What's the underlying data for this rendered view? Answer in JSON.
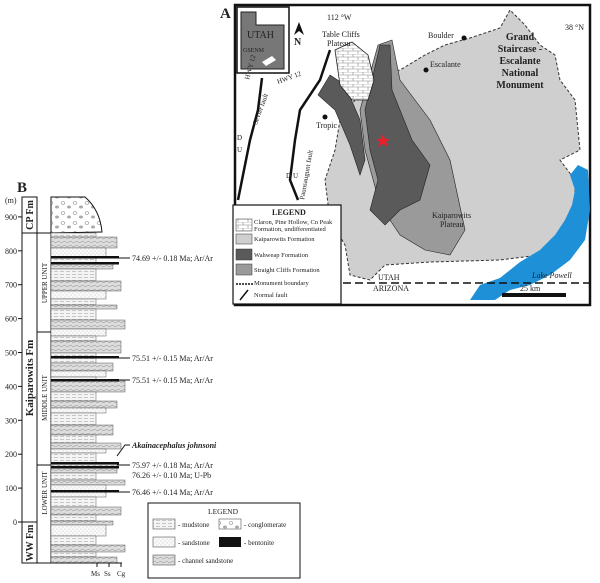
{
  "panel_a": {
    "label": "A",
    "inset_state": "UTAH",
    "inset_site": "GSENM",
    "north": "N",
    "longitude": "112 °W",
    "latitude": "38 °N",
    "places": {
      "table_cliffs": [
        "Table Cliffs",
        "Plateau"
      ],
      "boulder": "Boulder",
      "escalante": "Escalante",
      "tropic": "Tropic",
      "kaiparowits": [
        "Kaiparowits",
        "Plateau"
      ],
      "monument": [
        "Grand",
        "Staircase -",
        "Escalante",
        "National",
        "Monument"
      ],
      "lake": "Lake Powell",
      "utah": "UTAH",
      "arizona": "ARIZONA"
    },
    "highways": [
      "HWY 12",
      "HWY 12"
    ],
    "faults": [
      "Sevier fault",
      "Paunsaugunt fault"
    ],
    "fault_marks": [
      "D",
      "U",
      "D",
      "U"
    ],
    "scale": "25 km",
    "legend": {
      "title": "LEGEND",
      "items": [
        {
          "label": [
            "Claron, Pine Hollow, Cn Peak",
            "Formation, undifferentiated"
          ]
        },
        {
          "label": [
            "Kaiparowits Formation"
          ]
        },
        {
          "label": [
            "Wahweap Formation"
          ]
        },
        {
          "label": [
            "Straight Cliffs Formation"
          ]
        },
        {
          "label": [
            "Monument boundary"
          ]
        },
        {
          "label": [
            "Normal fault"
          ]
        }
      ]
    },
    "colors": {
      "kaiparowits": "#cfcfcf",
      "wahweap": "#5a5a5a",
      "straight_cliffs": "#9a9a9a",
      "lake": "#1e90d8",
      "star": "#e8202a"
    }
  },
  "panel_b": {
    "label": "B",
    "unit_label": "(m)",
    "ticks": [
      "900",
      "800",
      "700",
      "600",
      "500",
      "400",
      "300",
      "200",
      "100",
      "0"
    ],
    "formations": [
      "CP Fm",
      "Kaiparowits Fm",
      "WW Fm"
    ],
    "units": [
      "UPPER UNIT",
      "MIDDLE UNIT",
      "LOWER UNIT"
    ],
    "grain_axis": [
      "Ms",
      "Ss",
      "Cg"
    ],
    "annotations": [
      "74.69 +/- 0.18 Ma; Ar/Ar",
      "75.51 +/- 0.15 Ma; Ar/Ar",
      "75.51 +/- 0.15 Ma; Ar/Ar",
      "Akainacephalus johnsoni",
      "75.97 +/- 0.18 Ma; Ar/Ar",
      "76.26 +/- 0.10 Ma; U-Pb",
      "76.46 +/- 0.14 Ma; Ar/Ar"
    ],
    "legend": {
      "title": "LEGEND",
      "items": [
        "- mudstone",
        "- conglomerate",
        "- sandstone",
        "- bentonite",
        "- channel sandstone"
      ]
    }
  }
}
